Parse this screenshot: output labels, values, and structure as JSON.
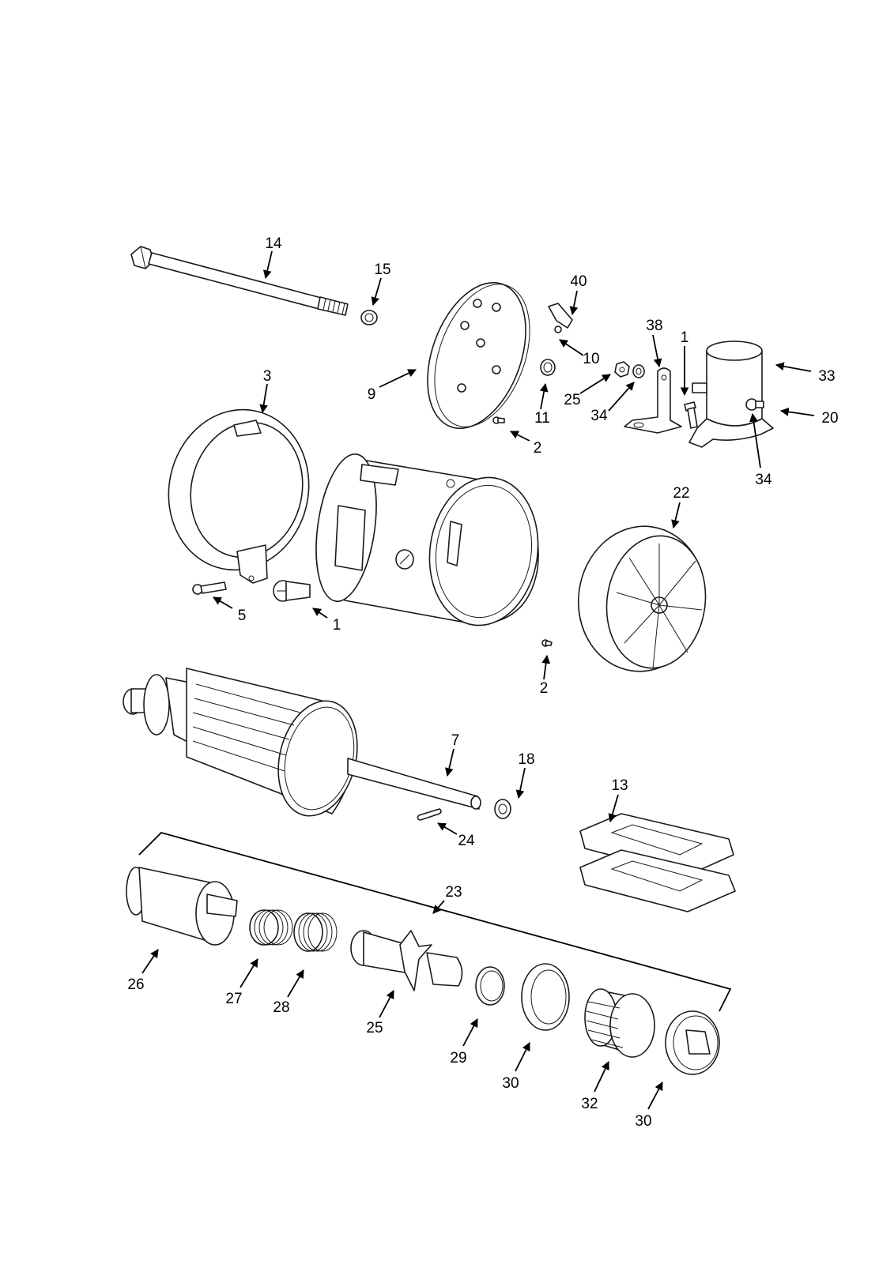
{
  "diagram": {
    "type": "exploded-parts-view",
    "line_color": "#1a1a1a",
    "callouts": [
      {
        "label": "14",
        "key": "14"
      },
      {
        "label": "15",
        "key": "15"
      },
      {
        "label": "40",
        "key": "40"
      },
      {
        "label": "38",
        "key": "38"
      },
      {
        "label": "1",
        "key": "1a"
      },
      {
        "label": "10",
        "key": "10"
      },
      {
        "label": "33",
        "key": "33"
      },
      {
        "label": "3",
        "key": "3"
      },
      {
        "label": "9",
        "key": "9"
      },
      {
        "label": "25",
        "key": "25a"
      },
      {
        "label": "11",
        "key": "11"
      },
      {
        "label": "34",
        "key": "34a"
      },
      {
        "label": "20",
        "key": "20"
      },
      {
        "label": "2",
        "key": "2a"
      },
      {
        "label": "34",
        "key": "34b"
      },
      {
        "label": "22",
        "key": "22"
      },
      {
        "label": "5",
        "key": "5"
      },
      {
        "label": "1",
        "key": "1b"
      },
      {
        "label": "2",
        "key": "2b"
      },
      {
        "label": "7",
        "key": "7"
      },
      {
        "label": "18",
        "key": "18"
      },
      {
        "label": "13",
        "key": "13"
      },
      {
        "label": "24",
        "key": "24"
      },
      {
        "label": "23",
        "key": "23"
      },
      {
        "label": "26",
        "key": "26"
      },
      {
        "label": "27",
        "key": "27"
      },
      {
        "label": "28",
        "key": "28"
      },
      {
        "label": "25",
        "key": "25b"
      },
      {
        "label": "29",
        "key": "29"
      },
      {
        "label": "30",
        "key": "30a"
      },
      {
        "label": "32",
        "key": "32"
      },
      {
        "label": "30",
        "key": "30b"
      }
    ]
  }
}
